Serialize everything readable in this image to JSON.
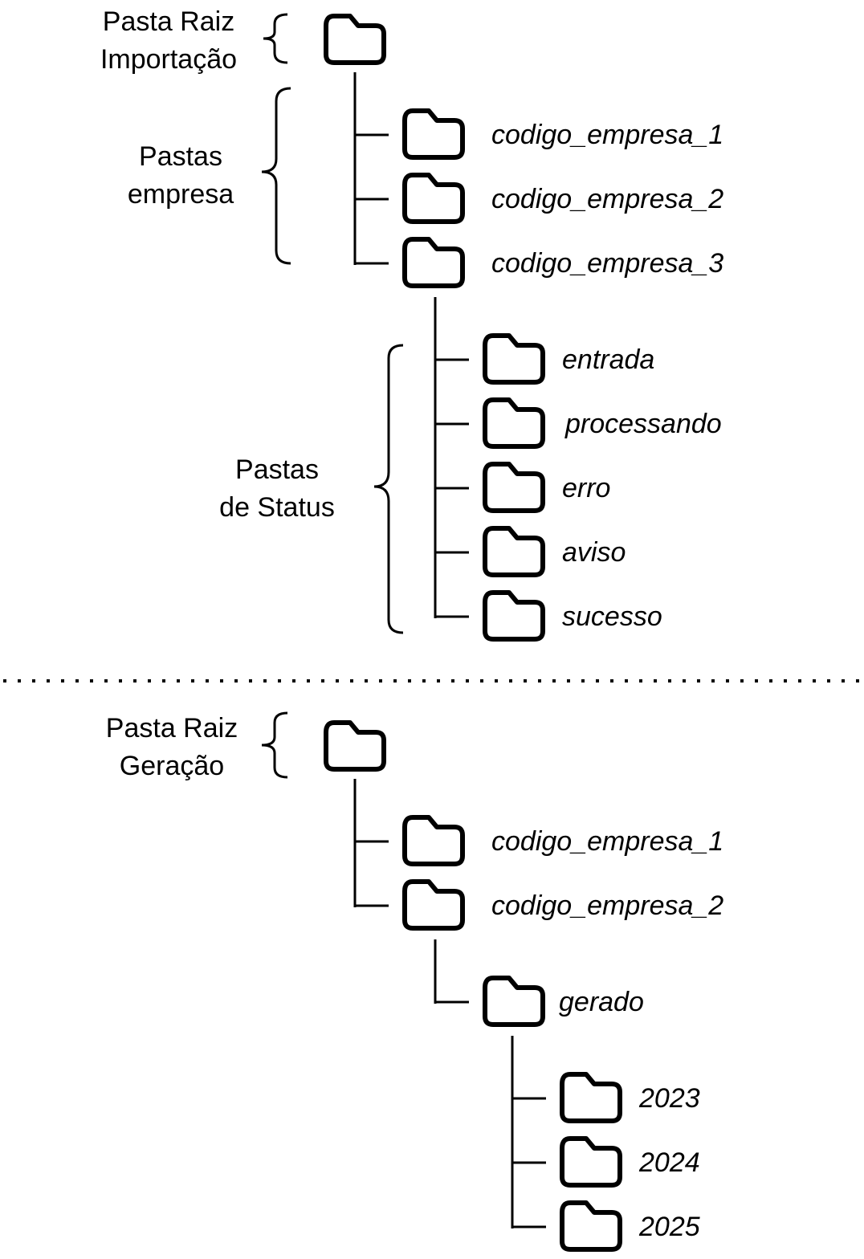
{
  "sections": {
    "importacao": {
      "root_label_1": "Pasta Raiz",
      "root_label_2": "Importação",
      "empresa_label_1": "Pastas",
      "empresa_label_2": "empresa",
      "status_label_1": "Pastas",
      "status_label_2": "de Status",
      "empresas": [
        "codigo_empresa_1",
        "codigo_empresa_2",
        "codigo_empresa_3"
      ],
      "status": [
        "entrada",
        "processando",
        "erro",
        "aviso",
        "sucesso"
      ]
    },
    "geracao": {
      "root_label_1": "Pasta Raiz",
      "root_label_2": "Geração",
      "empresas": [
        "codigo_empresa_1",
        "codigo_empresa_2"
      ],
      "gerado": "gerado",
      "anos": [
        "2023",
        "2024",
        "2025"
      ]
    }
  },
  "icons": {
    "folder": "folder-icon",
    "brace": "curly-brace-icon"
  }
}
